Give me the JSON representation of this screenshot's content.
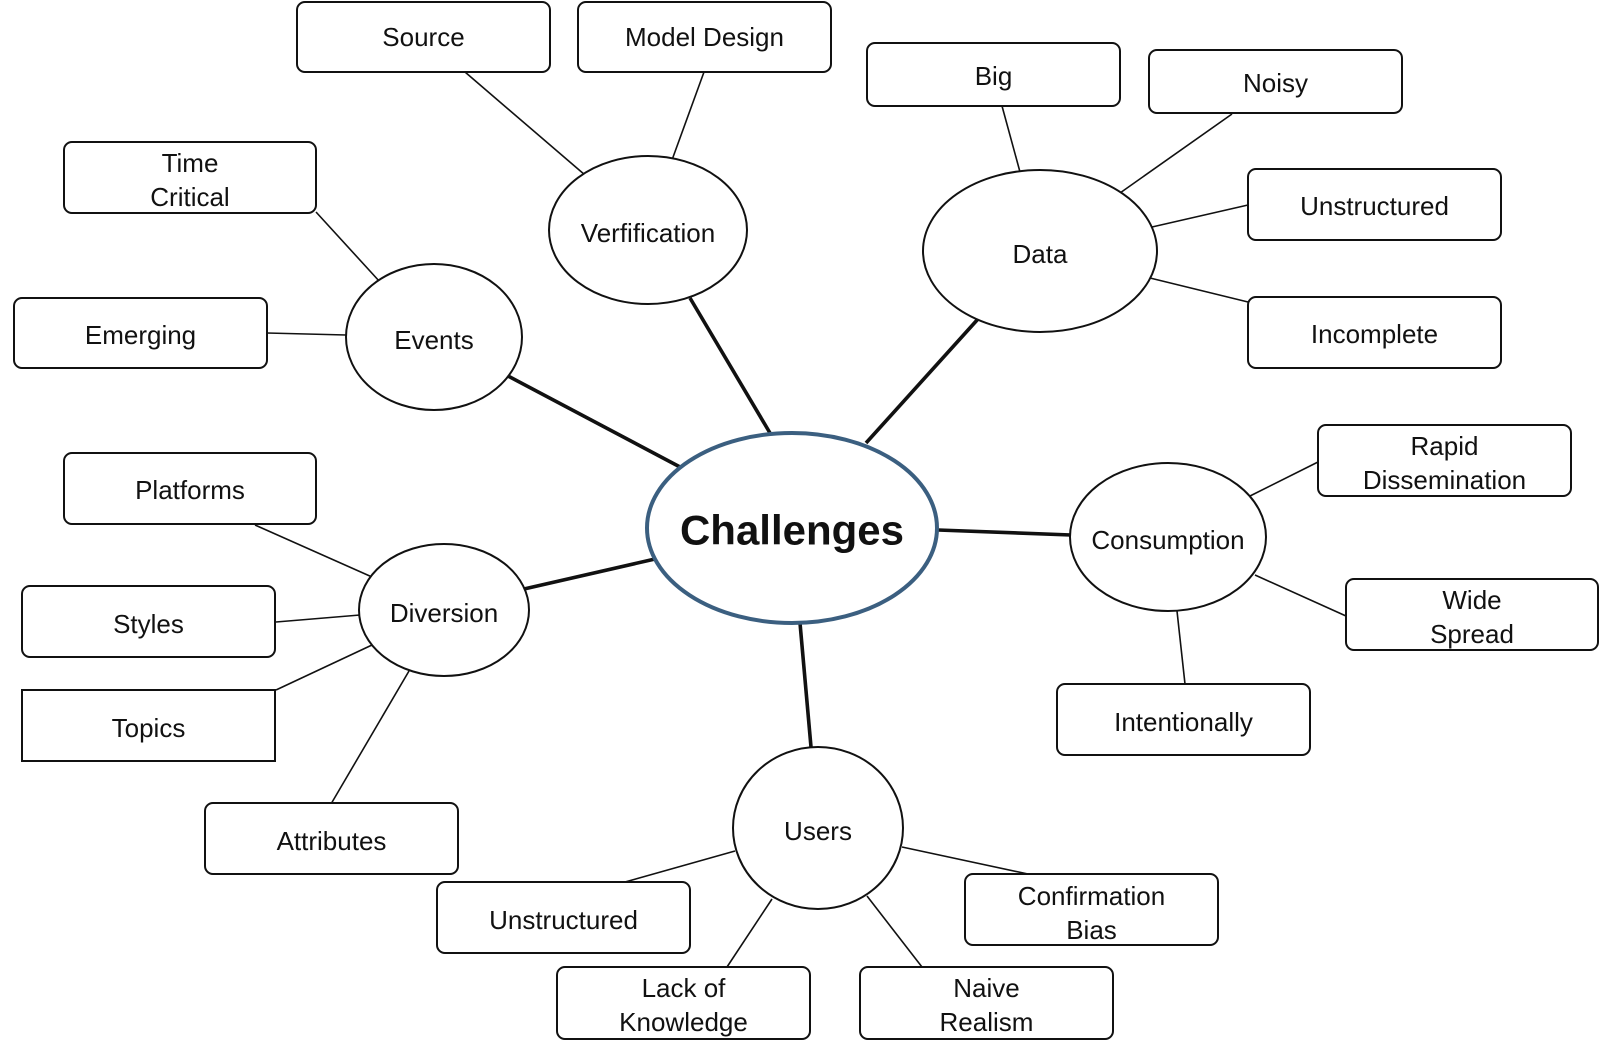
{
  "colors": {
    "center": "#3b5f80",
    "stroke": "#111111",
    "background": "#ffffff"
  },
  "center": {
    "label": "Challenges"
  },
  "hubs": {
    "verification": {
      "label": "Verfification",
      "leaves": {
        "source": [
          "Source"
        ],
        "model_design": [
          "Model Design"
        ]
      }
    },
    "data": {
      "label": "Data",
      "leaves": {
        "big": [
          "Big"
        ],
        "noisy": [
          "Noisy"
        ],
        "unstructured": [
          "Unstructured"
        ],
        "incomplete": [
          "Incomplete"
        ]
      }
    },
    "events": {
      "label": "Events",
      "leaves": {
        "time_critical": [
          "Time",
          "Critical"
        ],
        "emerging": [
          "Emerging"
        ]
      }
    },
    "consumption": {
      "label": "Consumption",
      "leaves": {
        "rapid_dissemination": [
          "Rapid",
          "Dissemination"
        ],
        "wide_spread": [
          "Wide",
          "Spread"
        ],
        "intentionally": [
          "Intentionally"
        ]
      }
    },
    "diversion": {
      "label": "Diversion",
      "leaves": {
        "platforms": [
          "Platforms"
        ],
        "styles": [
          "Styles"
        ],
        "topics": [
          "Topics"
        ],
        "attributes": [
          "Attributes"
        ]
      }
    },
    "users": {
      "label": "Users",
      "leaves": {
        "unstructured": [
          "Unstructured"
        ],
        "lack_of_knowledge": [
          "Lack of",
          "Knowledge"
        ],
        "naive_realism": [
          "Naive",
          "Realism"
        ],
        "confirmation_bias": [
          "Confirmation",
          "Bias"
        ]
      }
    }
  }
}
